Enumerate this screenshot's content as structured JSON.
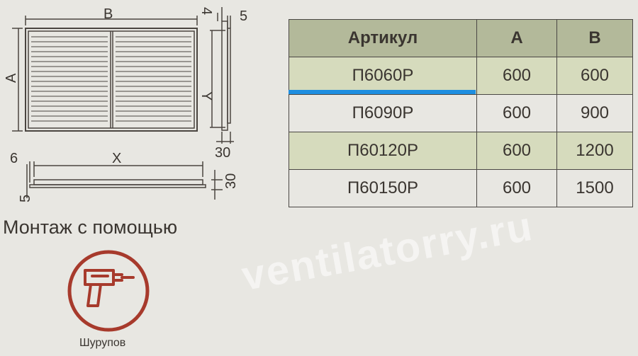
{
  "drawing": {
    "label_a": "A",
    "label_b": "B",
    "label_y": "Y",
    "label_x": "X",
    "label_4": "4",
    "label_5_top": "5",
    "label_30_right": "30",
    "label_6": "6",
    "label_30_side": "30",
    "label_5_bottom": "5"
  },
  "table": {
    "headers": [
      "Артикул",
      "A",
      "B"
    ],
    "rows": [
      [
        "П6060Р",
        "600",
        "600"
      ],
      [
        "П6090Р",
        "600",
        "900"
      ],
      [
        "П60120Р",
        "600",
        "1200"
      ],
      [
        "П60150Р",
        "600",
        "1500"
      ]
    ]
  },
  "mount": {
    "title": "Монтаж с помощью",
    "label": "Шурупов",
    "icon": "drill-icon",
    "accent": "#a73a2c"
  },
  "watermark": "ventilatorry.ru",
  "selection_color": "#1e8ee0"
}
